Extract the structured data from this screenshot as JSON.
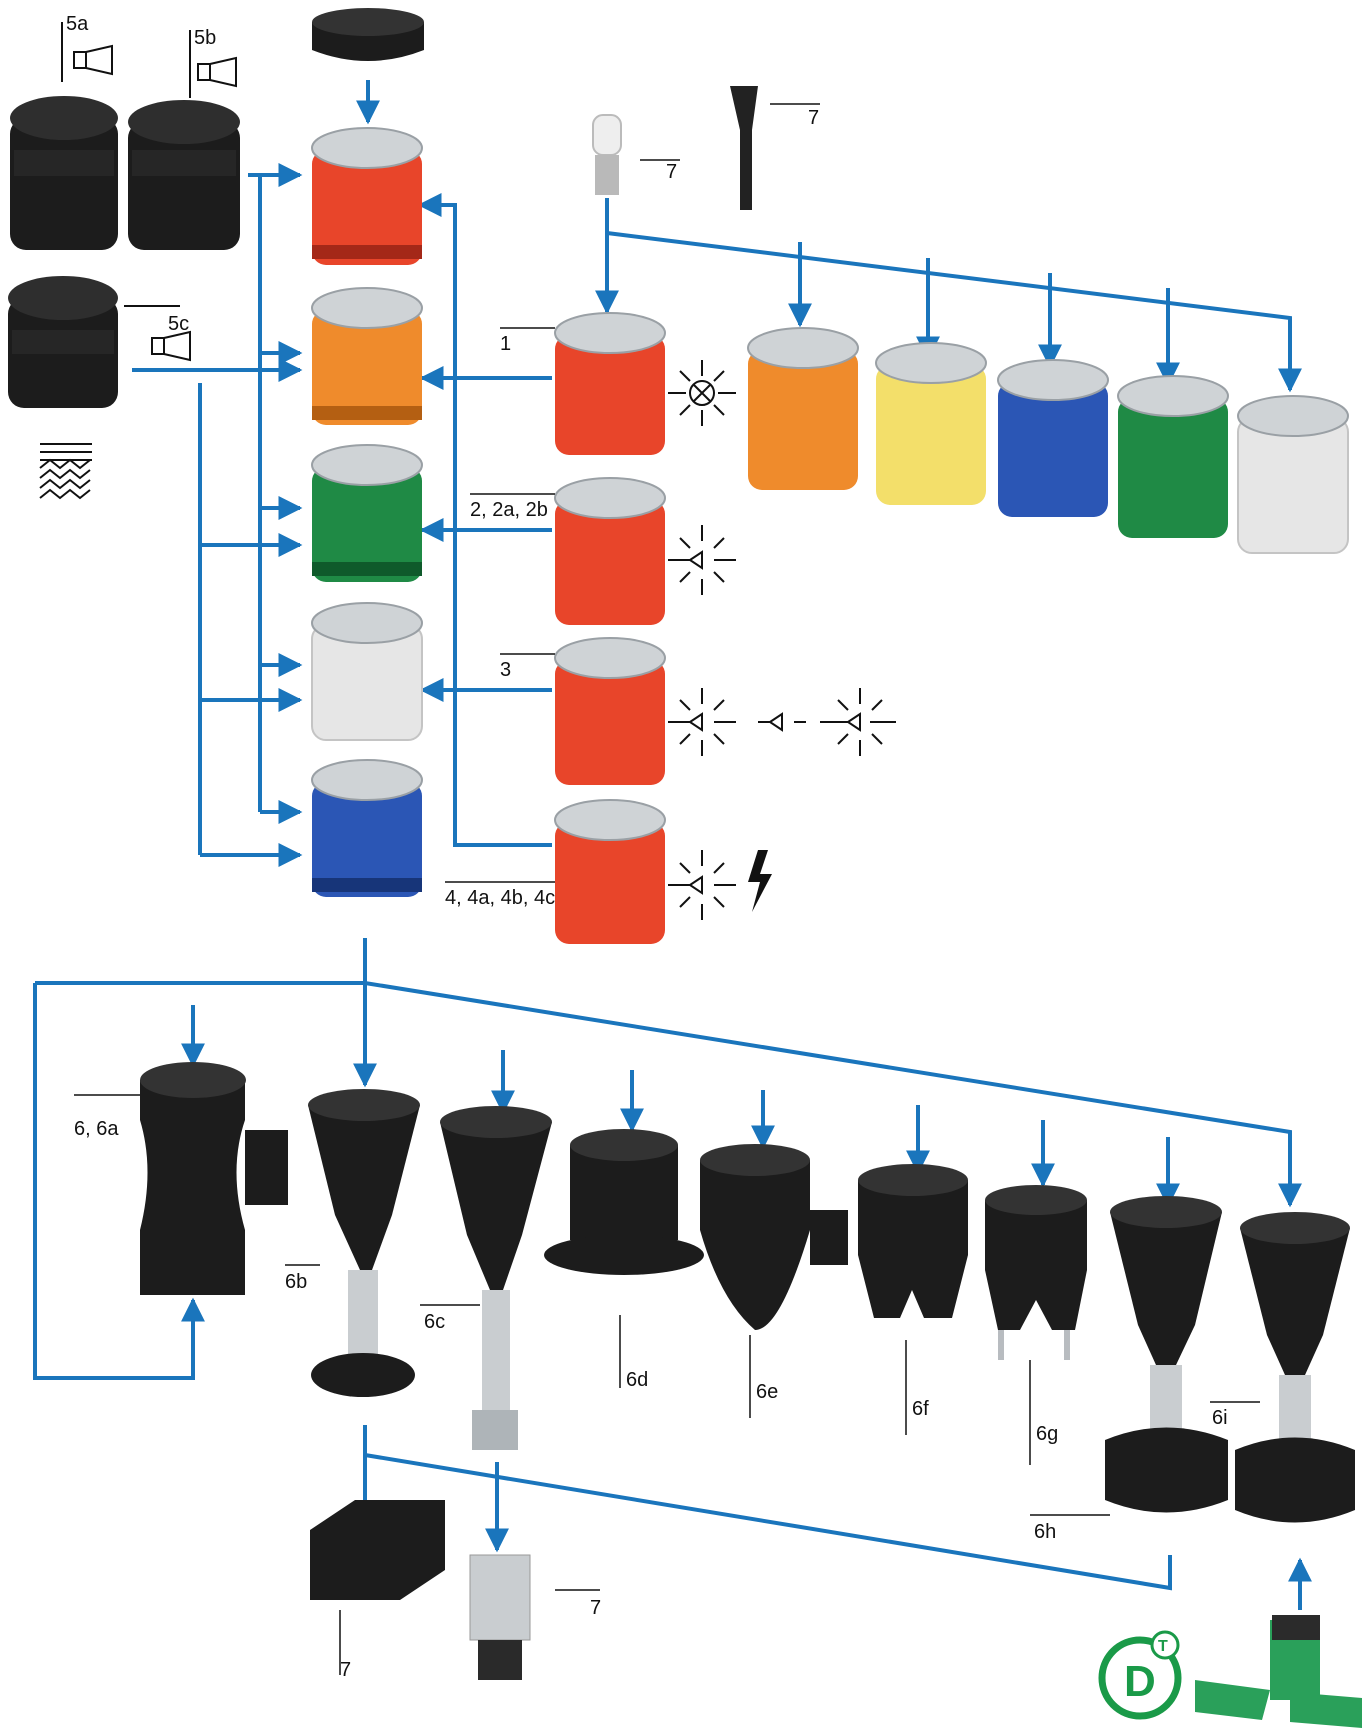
{
  "colors": {
    "arrow": "#1a75bc",
    "red": "#e8452a",
    "orange": "#ef8b2c",
    "yellow": "#f3df6a",
    "green": "#1f8a45",
    "blue": "#2b56b5",
    "clear": "#e6e6e6",
    "base_black": "#1c1c1c",
    "logo_green": "#1a9a48",
    "pcb_green": "#2aa05a"
  },
  "labels": {
    "l5a": "5a",
    "l5b": "5b",
    "l5c": "5c",
    "l7_bulb": "7",
    "l7_tool": "7",
    "l1": "1",
    "l2": "2, 2a, 2b",
    "l3": "3",
    "l4": "4, 4a, 4b, 4c",
    "l6": "6, 6a",
    "l6b": "6b",
    "l6c": "6c",
    "l6d": "6d",
    "l6e": "6e",
    "l6f": "6f",
    "l6g": "6g",
    "l6h": "6h",
    "l6i": "6i",
    "l7_bracket": "7",
    "l7_mount": "7"
  },
  "icons": {
    "sounders": [
      "horn-icon",
      "horn-icon",
      "horn-icon"
    ],
    "sound_pattern": "sound-pattern-icon",
    "steady": "lamp-steady-icon",
    "flash": "led-flash-icon",
    "multi": "led-multi-mode-icon",
    "strobe": "strobe-lightning-icon",
    "logo": "D-T-logo"
  }
}
